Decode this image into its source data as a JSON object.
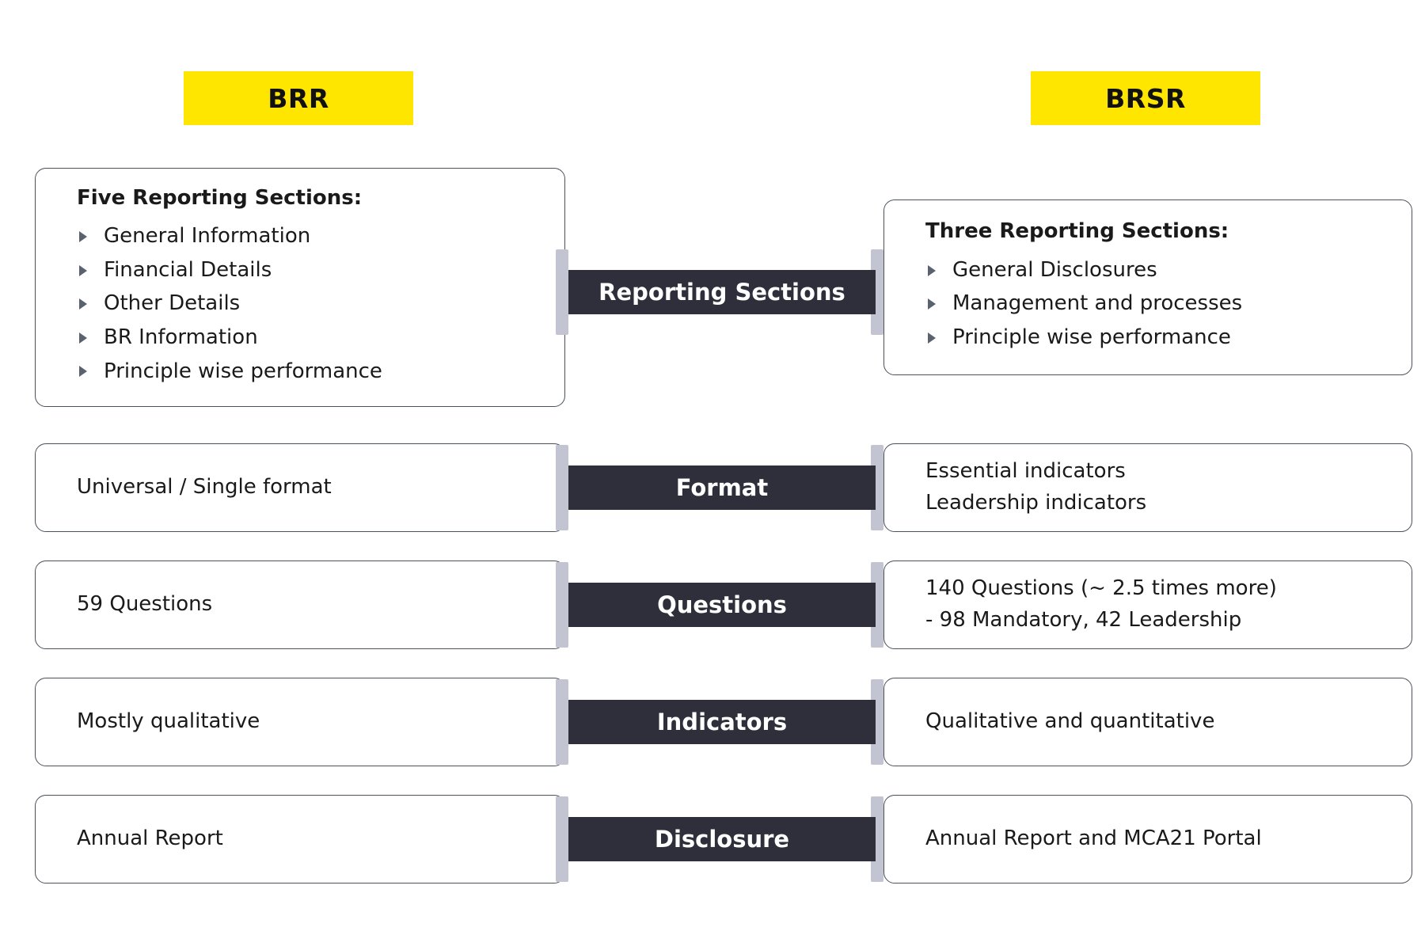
{
  "headers": {
    "left": "BRR",
    "right": "BRSR"
  },
  "colors": {
    "accent_yellow": "#FFE600",
    "label_bar_dark": "#2E2F3A",
    "connector_gray": "#C3C4D2",
    "card_border": "#4A5159",
    "text": "#1A1A1A"
  },
  "rows": [
    {
      "label": "Reporting Sections",
      "left": {
        "title": "Five Reporting Sections:",
        "bullets": [
          "General Information",
          "Financial Details",
          "Other Details",
          "BR Information",
          "Principle wise performance"
        ],
        "lines": []
      },
      "right": {
        "title": "Three Reporting Sections:",
        "bullets": [
          "General Disclosures",
          "Management and processes",
          "Principle wise performance"
        ],
        "lines": []
      }
    },
    {
      "label": "Format",
      "left": {
        "title": "",
        "bullets": [],
        "lines": [
          "Universal / Single format"
        ]
      },
      "right": {
        "title": "",
        "bullets": [],
        "lines": [
          "Essential indicators",
          "Leadership indicators"
        ]
      }
    },
    {
      "label": "Questions",
      "left": {
        "title": "",
        "bullets": [],
        "lines": [
          "59 Questions"
        ]
      },
      "right": {
        "title": "",
        "bullets": [],
        "lines": [
          "140 Questions (~ 2.5 times more)",
          "- 98 Mandatory, 42 Leadership"
        ]
      }
    },
    {
      "label": "Indicators",
      "left": {
        "title": "",
        "bullets": [],
        "lines": [
          "Mostly qualitative"
        ]
      },
      "right": {
        "title": "",
        "bullets": [],
        "lines": [
          "Qualitative and quantitative"
        ]
      }
    },
    {
      "label": "Disclosure",
      "left": {
        "title": "",
        "bullets": [],
        "lines": [
          "Annual Report"
        ]
      },
      "right": {
        "title": "",
        "bullets": [],
        "lines": [
          "Annual Report and MCA21 Portal"
        ]
      }
    }
  ]
}
